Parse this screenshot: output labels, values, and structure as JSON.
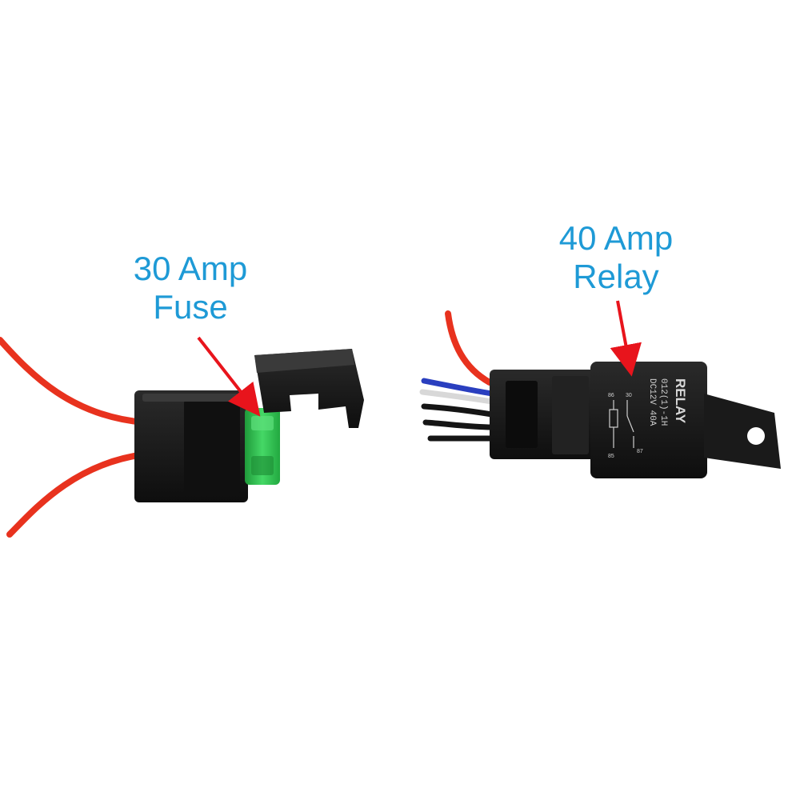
{
  "labels": {
    "fuse": {
      "line1": "30 Amp",
      "line2": "Fuse"
    },
    "relay": {
      "line1": "40 Amp",
      "line2": "Relay"
    }
  },
  "relay_body": {
    "brand": "RELAY",
    "model": "012(1)-1H",
    "rating": "DC12V 40A",
    "pin_labels": [
      "86",
      "87",
      "85",
      "30"
    ]
  },
  "colors": {
    "label_text": "#1e9ad6",
    "arrow": "#e8141c",
    "wire_red": "#e8321e",
    "housing_black": "#1a1a1a",
    "fuse_green": "#2fbf4f"
  },
  "icons": {
    "fuse_arrow": "red-arrow-icon",
    "relay_arrow": "red-arrow-icon"
  }
}
